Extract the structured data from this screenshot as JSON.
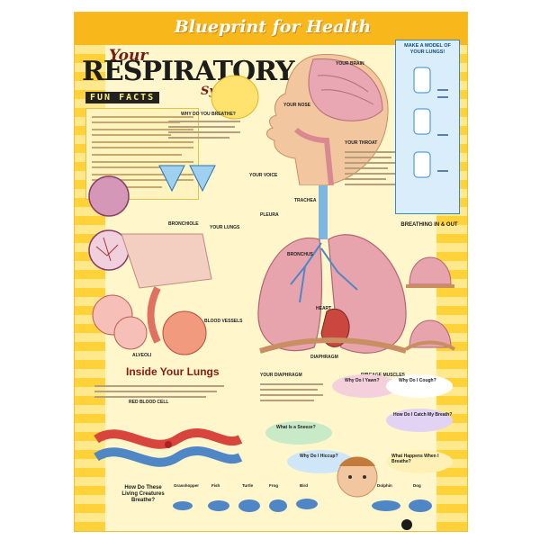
{
  "poster": {
    "banner": "Blueprint for Health",
    "title_your": "Your",
    "title_main": "RESPIRATORY",
    "title_system": "System",
    "fun_facts": "FUN FACTS",
    "side_box_title": "MAKE A MODEL OF YOUR LUNGS!",
    "breathing_title": "BREATHING IN & OUT",
    "inside_lungs": "Inside Your Lungs",
    "bottom_question": "How Do These Living Creatures Breathe?",
    "labels": {
      "your_brain": "YOUR BRAIN",
      "your_nose": "YOUR NOSE",
      "your_throat": "YOUR THROAT",
      "why_breathe": "WHY DO YOU BREATHE?",
      "your_voice": "YOUR VOICE",
      "your_lungs": "YOUR LUNGS",
      "your_diaphragm": "YOUR DIAPHRAGM",
      "trachea": "TRACHEA",
      "pleura": "PLEURA",
      "bronchus": "BRONCHUS",
      "bronchiole": "BRONCHIOLE",
      "alveoli": "ALVEOLI",
      "heart": "HEART",
      "diaphragm": "DIAPHRAGM",
      "rib_muscles": "RIBCAGE MUSCLES",
      "blood_vessels": "BLOOD VESSELS",
      "red_blood_cell": "RED BLOOD CELL"
    },
    "bubbles": {
      "sneeze": "What Is a Sneeze?",
      "hiccup": "Why Do I Hiccup?",
      "yawn": "Why Do I Yawn?",
      "cough": "Why Do I Cough?",
      "catch_breath": "How Do I Catch My Breath?",
      "where_air": "What Happens When I Breathe?"
    },
    "animals": [
      "Grasshopper",
      "Fish",
      "Turtle",
      "Frog",
      "Bird",
      "Dolphin",
      "Dog"
    ]
  },
  "colors": {
    "banner": "#f8b81c",
    "stripe": "#ffd23a",
    "title_red": "#7a1a12",
    "lung_pink": "#e8a4ac",
    "trachea_blue": "#7fb6e0",
    "sidebox": "#d9eefa"
  }
}
